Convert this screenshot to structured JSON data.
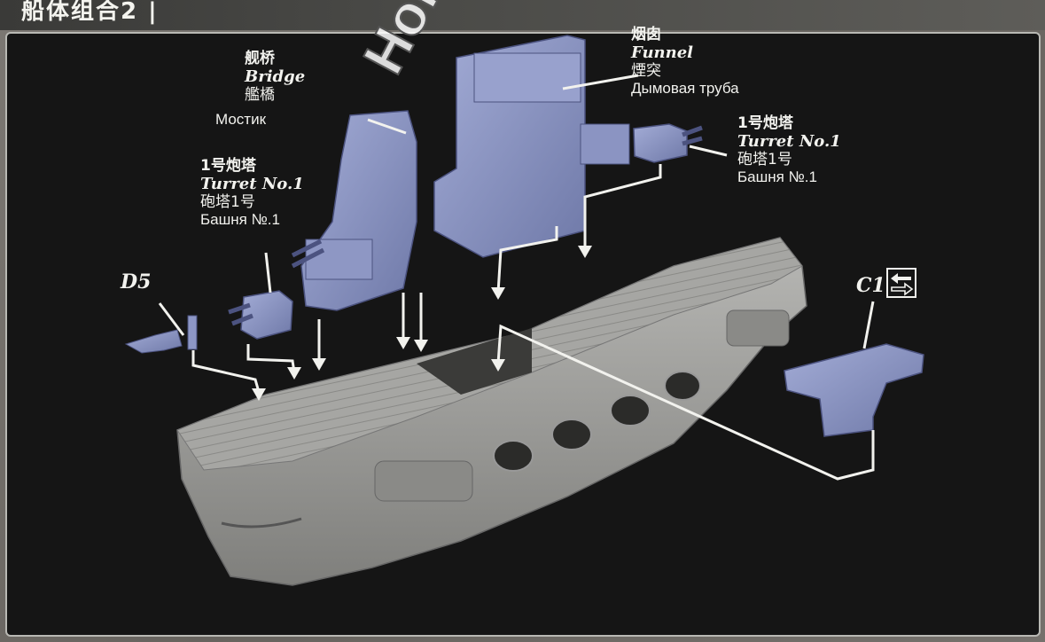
{
  "header": {
    "title": "船体组合2 | "
  },
  "labels": {
    "bridge": {
      "zh": "舰桥",
      "en": "Bridge",
      "ja": "艦橋",
      "ru": "Мостик"
    },
    "funnel": {
      "zh": "烟囱",
      "en": "Funnel",
      "ja": "煙突",
      "ru": "Дымовая труба"
    },
    "turret_left": {
      "zh": "1号炮塔",
      "en": "Turret No.1",
      "ja": "砲塔1号",
      "ru": "Башня №.1"
    },
    "turret_right": {
      "zh": "1号炮塔",
      "en": "Turret No.1",
      "ja": "砲塔1号",
      "ru": "Башня №.1"
    }
  },
  "parts": {
    "d5": "D5",
    "c1": "C1"
  },
  "watermark": "Hobby",
  "colors": {
    "part_blue": "#8d97c6",
    "hull_grey": "#a9a9a6",
    "panel": "#151515",
    "leader_line": "#f2f2ee"
  }
}
